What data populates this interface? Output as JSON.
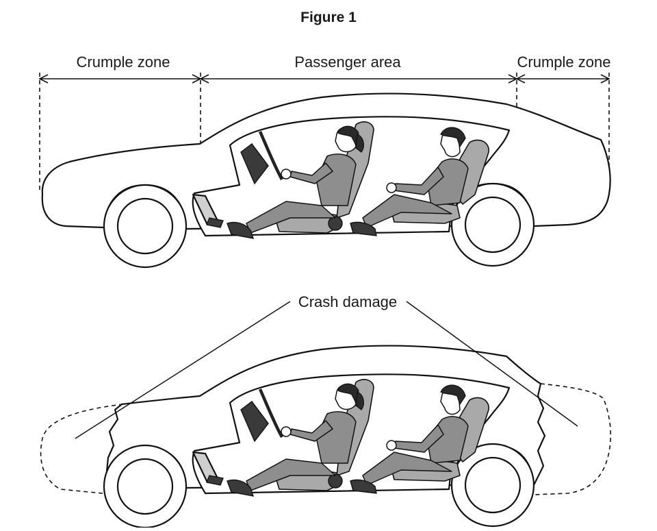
{
  "figure": {
    "title": "Figure 1"
  },
  "top_diagram": {
    "labels": {
      "front_zone": "Crumple zone",
      "passenger": "Passenger area",
      "rear_zone": "Crumple zone"
    }
  },
  "bottom_diagram": {
    "labels": {
      "crash": "Crash damage"
    }
  }
}
